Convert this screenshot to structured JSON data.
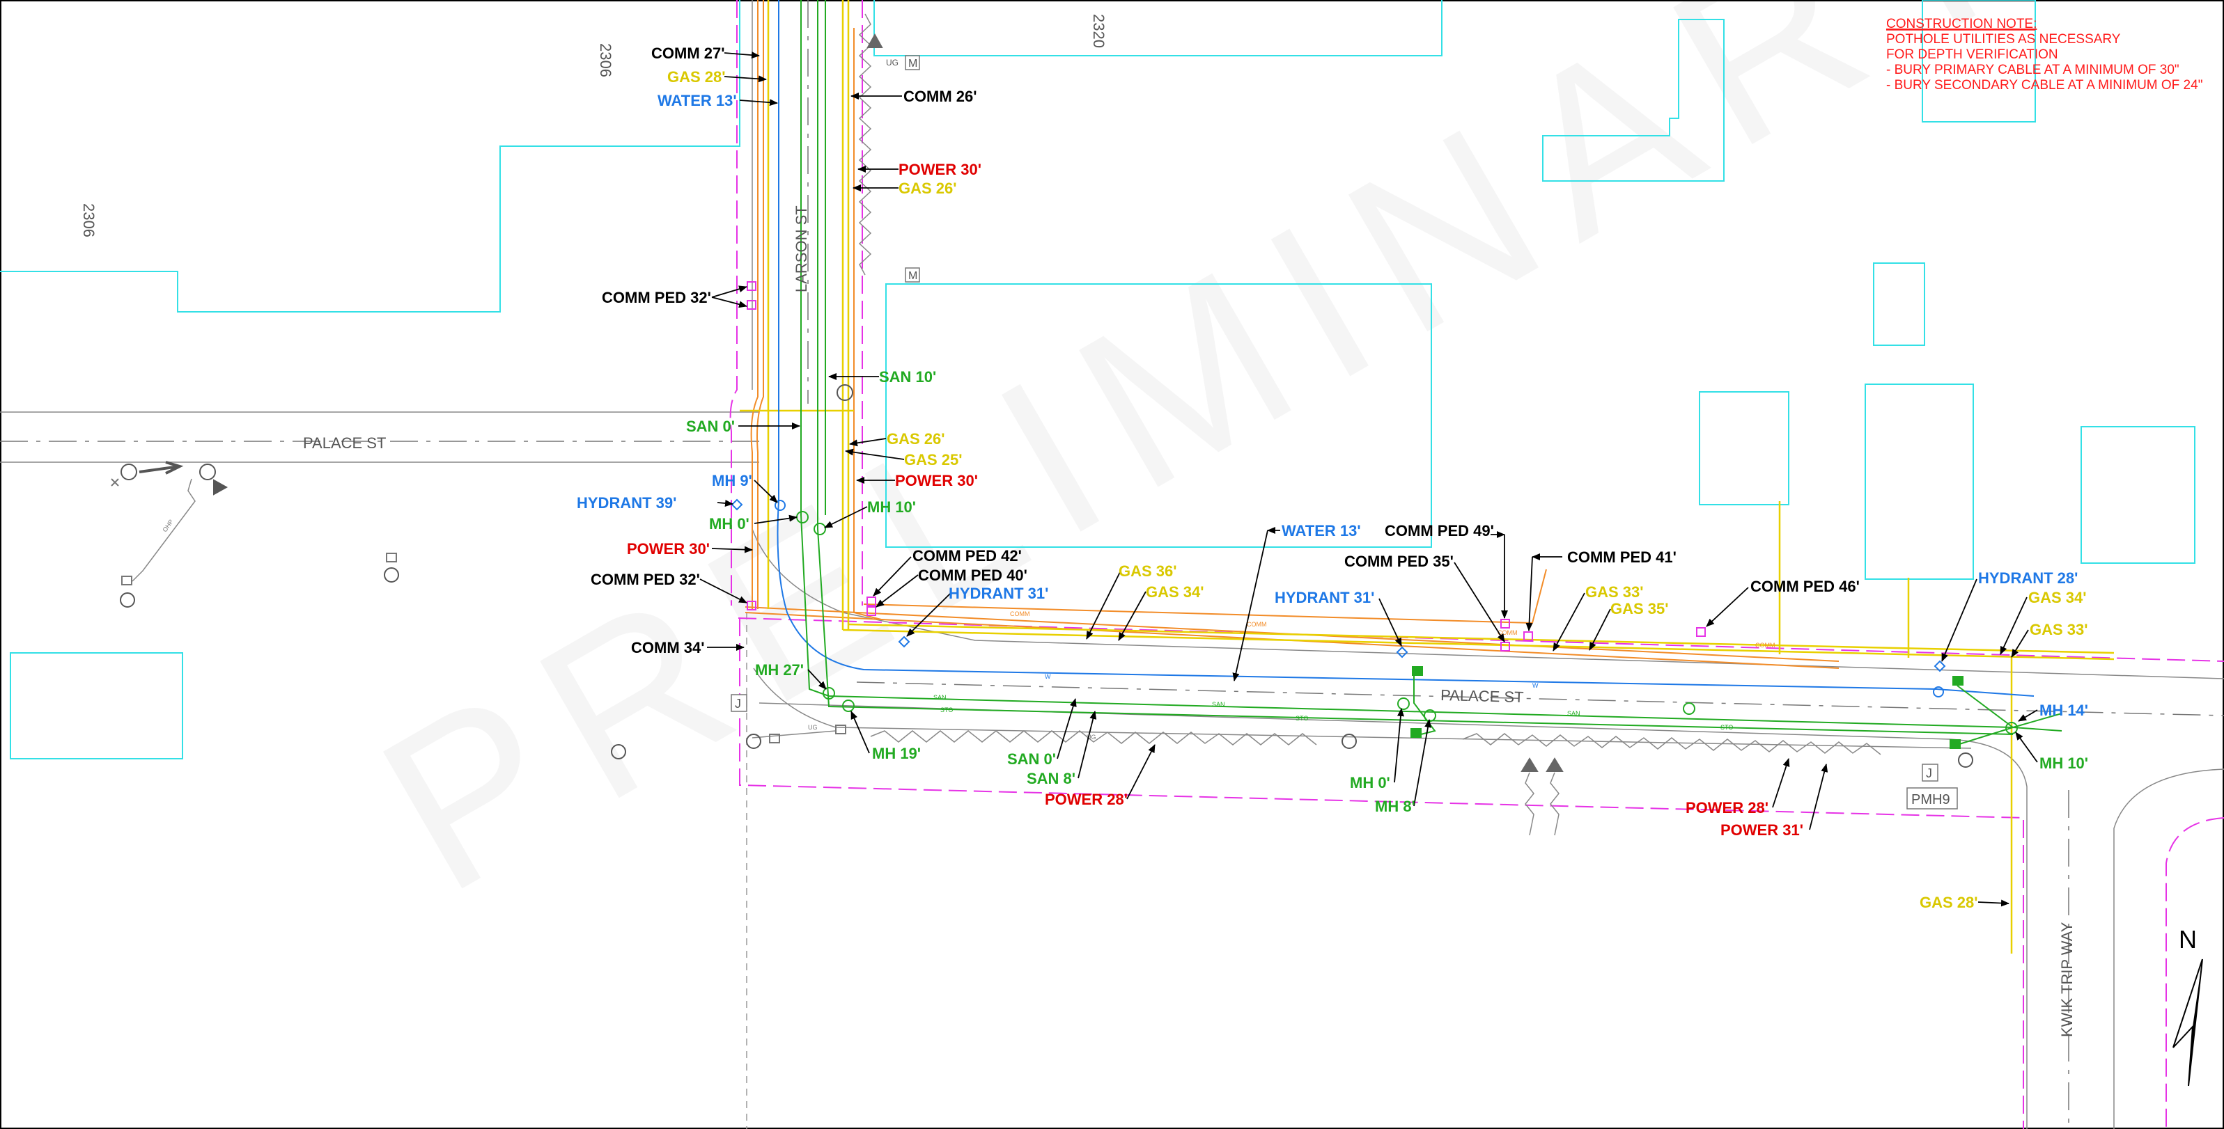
{
  "watermark": "PRELIMINARY",
  "colors": {
    "comm": "#000000",
    "gas": "#d9c800",
    "water": "#1e78e6",
    "san": "#22aa22",
    "power": "#e00000",
    "boundary": "#33e0e6",
    "row": "#e633e6",
    "orange": "#f28c28",
    "ug": "#777777"
  },
  "streets": {
    "palace_w": "PALACE ST",
    "palace_e": "PALACE ST",
    "larson": "LARSON ST",
    "kwik": "KWIK TRIP WAY"
  },
  "parcels": {
    "p1": "2306",
    "p2": "2306",
    "p3": "2320"
  },
  "structures": {
    "pmh9": "PMH9",
    "j1": "J",
    "j2": "J",
    "m1": "M",
    "m2": "M",
    "ug": "UG"
  },
  "line_tags": {
    "comm": "COMM",
    "san": "SAN",
    "sto": "STO",
    "w": "W",
    "ug": "UG",
    "ohp": "OHP"
  },
  "north": "N",
  "note": {
    "title": "CONSTRUCTION NOTE:",
    "lines": [
      "POTHOLE UTILITIES AS NECESSARY",
      "FOR DEPTH VERIFICATION",
      "- BURY PRIMARY CABLE AT A MINIMUM OF 30\"",
      "- BURY SECONDARY CABLE AT A MINIMUM OF 24\""
    ]
  },
  "labels": {
    "comm27": "COMM 27'",
    "gas28a": "GAS 28'",
    "water13a": "WATER 13'",
    "comm26": "COMM 26'",
    "power30a": "POWER 30'",
    "gas26a": "GAS 26'",
    "commped32a": "COMM PED 32'",
    "san10": "SAN 10'",
    "san0a": "SAN 0'",
    "gas26b": "GAS 26'",
    "gas25": "GAS 25'",
    "power30b": "POWER 30'",
    "mh9": "MH 9'",
    "hydrant39": "HYDRANT 39'",
    "mh0a": "MH 0'",
    "mh10a": "MH 10'",
    "power30c": "POWER 30'",
    "commped42": "COMM PED 42'",
    "commped40": "COMM PED 40'",
    "commped32b": "COMM PED 32'",
    "hydrant31a": "HYDRANT 31'",
    "gas36": "GAS 36'",
    "gas34a": "GAS 34'",
    "water13b": "WATER 13'",
    "commped49": "COMM PED 49'",
    "commped35": "COMM PED 35'",
    "commped41": "COMM PED 41'",
    "gas33a": "GAS 33'",
    "gas35": "GAS 35'",
    "commped46": "COMM PED 46'",
    "hydrant28": "HYDRANT 28'",
    "gas34b": "GAS 34'",
    "gas33b": "GAS 33'",
    "hydrant31b": "HYDRANT 31'",
    "comm34": "COMM 34'",
    "mh27": "MH 27'",
    "mh19": "MH 19'",
    "san0b": "SAN 0'",
    "san8": "SAN 8'",
    "power28a": "POWER 28'",
    "mh0b": "MH 0'",
    "mh8": "MH 8'",
    "power28b": "POWER 28'",
    "power31": "POWER 31'",
    "mh14": "MH 14'",
    "mh10b": "MH 10'",
    "gas28b": "GAS 28'"
  }
}
